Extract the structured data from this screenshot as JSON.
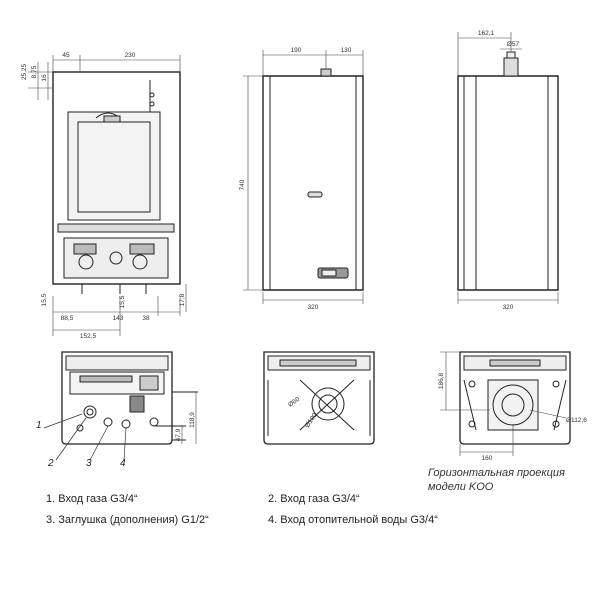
{
  "dims": {
    "front_top_45": "45",
    "front_top_230": "230",
    "front_left_2525": "25,25",
    "front_left_875": "8,75",
    "front_left_16": "16",
    "front_bot_155a": "15,5",
    "front_bot_885": "88,5",
    "front_bot_143": "143",
    "front_bot_155b": "15,5",
    "front_bot_38": "38",
    "front_bot_178": "17,8",
    "front_bot_1525": "152,5",
    "mid_top_190": "190",
    "mid_top_130": "130",
    "mid_height_740": "740",
    "mid_width_320": "320",
    "side_top_1621": "162,1",
    "side_pipe_57": "Ø57",
    "side_width_320": "320",
    "bl_h_479": "47,9",
    "bl_h_1189": "118,9",
    "bm_d60": "Ø60",
    "bm_d100": "Ø100",
    "br_h_1868": "186,8",
    "br_d1126": "Ø112,6",
    "br_w_160": "160"
  },
  "callouts": [
    "1",
    "2",
    "3",
    "4"
  ],
  "legend": {
    "item1": "1. Вход газа G3/4“",
    "item2": "2. Вход газа G3/4“",
    "item3": "3. Заглушка (дополнения) G1/2“",
    "item4": "4. Вход отопительной воды G3/4“"
  },
  "note": {
    "line1": "Горизонтальная проекция",
    "line2": "модели KOO"
  }
}
